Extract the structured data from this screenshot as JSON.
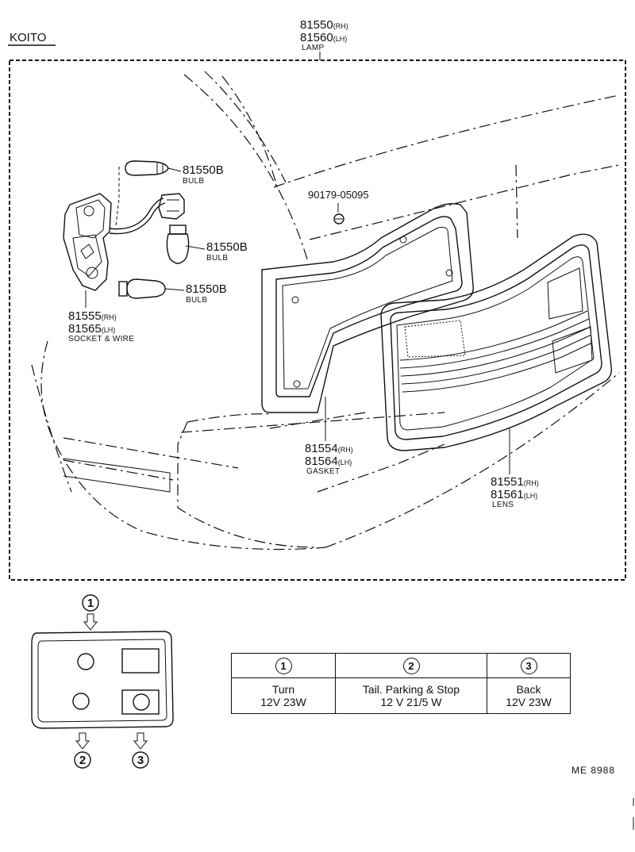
{
  "header": {
    "maker": "KOITO",
    "lamp": {
      "rh": "81550",
      "rh_sfx": "(RH)",
      "lh": "81560",
      "lh_sfx": "(LH)",
      "caption": "LAMP"
    }
  },
  "parts": {
    "bulb_upper": {
      "number": "81550B",
      "caption": "BULB"
    },
    "bulb_middle": {
      "number": "81550B",
      "caption": "BULB"
    },
    "bulb_lower": {
      "number": "81550B",
      "caption": "BULB"
    },
    "screw": {
      "number": "90179-05095"
    },
    "socket": {
      "rh": "81555",
      "rh_sfx": "(RH)",
      "lh": "81565",
      "lh_sfx": "(LH)",
      "caption": "SOCKET & WIRE"
    },
    "gasket": {
      "rh": "81554",
      "rh_sfx": "(RH)",
      "lh": "81564",
      "lh_sfx": "(LH)",
      "caption": "GASKET"
    },
    "lens": {
      "rh": "81551",
      "rh_sfx": "(RH)",
      "lh": "81561",
      "lh_sfx": "(LH)",
      "caption": "LENS"
    }
  },
  "legend": {
    "markers": [
      "1",
      "2",
      "3"
    ]
  },
  "bulb_table": {
    "columns": [
      {
        "marker": "1",
        "name": "Turn",
        "spec": "12V 23W"
      },
      {
        "marker": "2",
        "name": "Tail. Parking & Stop",
        "spec": "12 V 21/5 W"
      },
      {
        "marker": "3",
        "name": "Back",
        "spec": "12V 23W"
      }
    ]
  },
  "footer": {
    "code": "ME 8988"
  }
}
